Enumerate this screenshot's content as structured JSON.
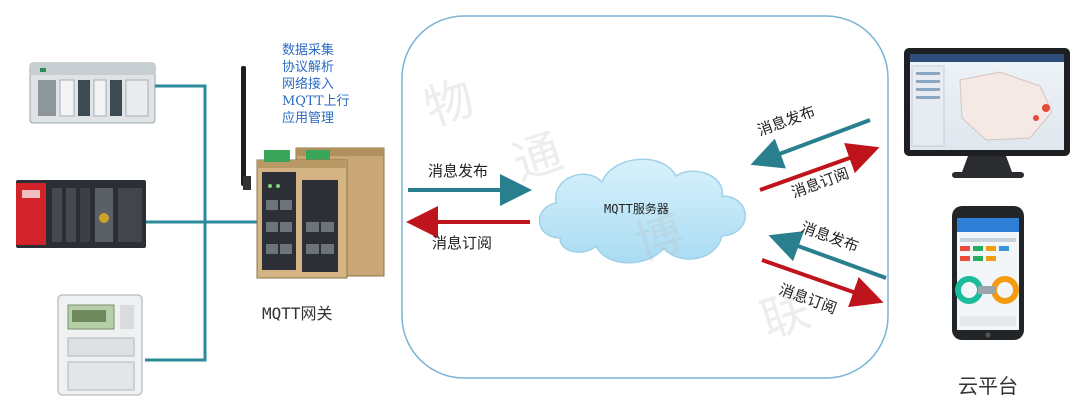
{
  "gateway": {
    "features": [
      "数据采集",
      "协议解析",
      "网络接入",
      "MQTT上行",
      "应用管理"
    ],
    "caption": "MQTT网关"
  },
  "cloud": {
    "server_label": "MQTT服务器",
    "watermark": [
      "物",
      "通",
      "博",
      "联"
    ]
  },
  "left_arrows": {
    "publish": "消息发布",
    "subscribe": "消息订阅"
  },
  "right_arrows_top": {
    "publish": "消息发布",
    "subscribe": "消息订阅"
  },
  "right_arrows_bottom": {
    "publish": "消息发布",
    "subscribe": "消息订阅"
  },
  "platform": {
    "caption": "云平台"
  },
  "colors": {
    "line": "#2a8a9a",
    "publish_arrow": "#2a7f8e",
    "subscribe_arrow": "#c0141c",
    "cloud_fill": "#bfe6f7",
    "box_border": "#7bb4d6",
    "feature_text": "#2b6cc2"
  }
}
